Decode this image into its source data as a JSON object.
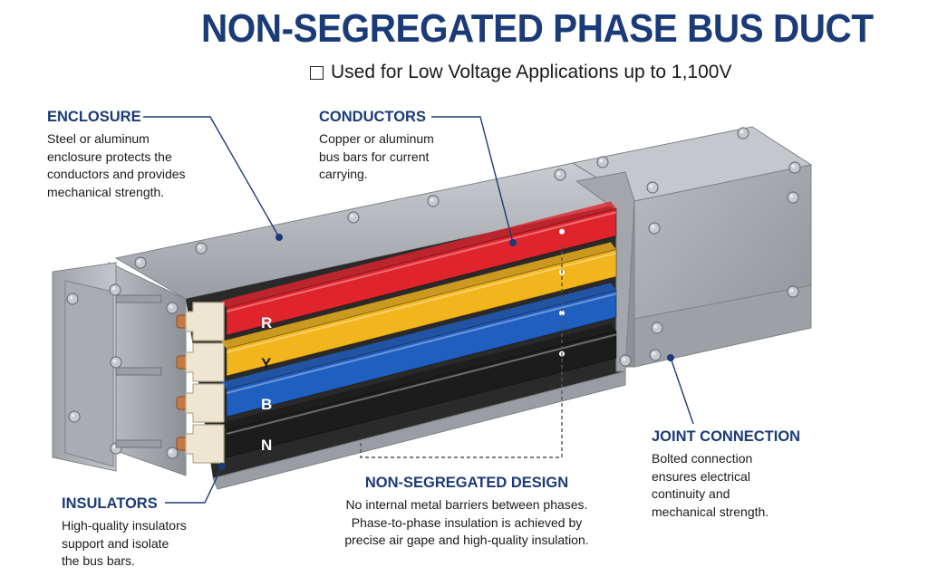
{
  "title": "NON-SEGREGATED PHASE BUS DUCT",
  "subtitle": "Used for Low Voltage Applications up to 1,100V",
  "callouts": {
    "enclosure": {
      "heading": "ENCLOSURE",
      "text": "Steel or aluminum\nenclosure protects the\nconductors and provides\nmechanical strength."
    },
    "conductors": {
      "heading": "CONDUCTORS",
      "text": "Copper or aluminum\nbus bars for current\ncarrying."
    },
    "joint": {
      "heading": "JOINT CONNECTION",
      "text": "Bolted connection\nensures electrical\ncontinuity and\nmechanical strength."
    },
    "insulators": {
      "heading": "INSULATORS",
      "text": "High-quality insulators\nsupport and isolate\nthe bus bars."
    },
    "nonseg": {
      "heading": "NON-SEGREGATED DESIGN",
      "text": "No internal metal barriers between phases.\nPhase-to-phase insulation is achieved by\nprecise air gape and high-quality insulation."
    }
  },
  "phases": [
    {
      "label": "R",
      "color": "#e0242c"
    },
    {
      "label": "Y",
      "color": "#f3b51c"
    },
    {
      "label": "B",
      "color": "#1f5fc0"
    },
    {
      "label": "N",
      "color": "#1c1c1c"
    }
  ],
  "colors": {
    "title": "#1b3a78",
    "steel": "#a8acb1",
    "insulator": "#efe6d2",
    "copper": "#c57a45"
  }
}
